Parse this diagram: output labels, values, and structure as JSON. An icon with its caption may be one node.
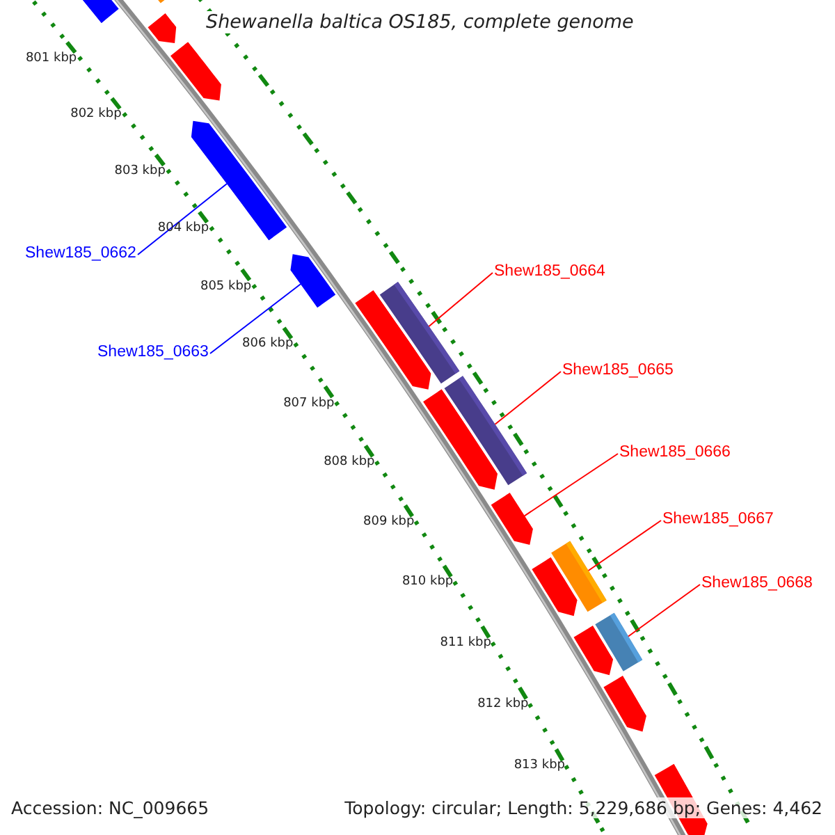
{
  "diagram": {
    "title": "Shewanella baltica OS185, complete genome",
    "nodes": [
      {
        "text": [
          "Shew185_0662"
        ]
      },
      {
        "text": [
          "Shew185_0663"
        ]
      },
      {
        "text": [
          "Shew185_0664"
        ]
      },
      {
        "text": [
          "Shew185_0665"
        ]
      },
      {
        "text": [
          "Shew185_0666"
        ]
      },
      {
        "text": [
          "Shew185_0667"
        ]
      },
      {
        "text": [
          "Shew185_0668"
        ]
      },
      {
        "text": [],
        "shape": "arrow"
      },
      {
        "text": [],
        "shape": "bar"
      },
      {
        "text": [],
        "shape": "arrow"
      },
      {
        "text": [],
        "shape": "arrow"
      },
      {
        "text": [],
        "shape": "arrow"
      },
      {
        "text": [],
        "shape": "arrow"
      },
      {
        "text": [],
        "shape": "arrow"
      },
      {
        "text": [],
        "shape": "bar"
      },
      {
        "text": [],
        "shape": "arrow"
      },
      {
        "text": [],
        "shape": "bar"
      },
      {
        "text": [],
        "shape": "arrow"
      },
      {
        "text": [],
        "shape": "arrow"
      },
      {
        "text": [],
        "shape": "bar"
      },
      {
        "text": [],
        "shape": "arrow"
      },
      {
        "text": [],
        "shape": "bar"
      },
      {
        "text": [],
        "shape": "arrow"
      },
      {
        "text": [],
        "shape": "arrow"
      }
    ],
    "edges": [
      {
        "from": 0,
        "to": 11,
        "arrow": "none",
        "color": "#0000ff"
      },
      {
        "from": 1,
        "to": 12,
        "arrow": "none",
        "color": "#0000ff"
      },
      {
        "from": 2,
        "to": 14,
        "arrow": "none"
      },
      {
        "from": 3,
        "to": 16,
        "arrow": "none"
      },
      {
        "from": 4,
        "to": 17,
        "arrow": "none"
      },
      {
        "from": 5,
        "to": 19,
        "arrow": "none"
      },
      {
        "from": 6,
        "to": 21,
        "arrow": "none"
      }
    ],
    "labels": [
      "801 kbp",
      "802 kbp",
      "803 kbp",
      "804 kbp",
      "805 kbp",
      "806 kbp",
      "807 kbp",
      "808 kbp",
      "809 kbp",
      "810 kbp",
      "811 kbp",
      "812 kbp",
      "813 kbp",
      "Accession: NC_009665",
      "Topology: circular; Length: 5,229,686 bp; Genes: 4,462"
    ]
  }
}
